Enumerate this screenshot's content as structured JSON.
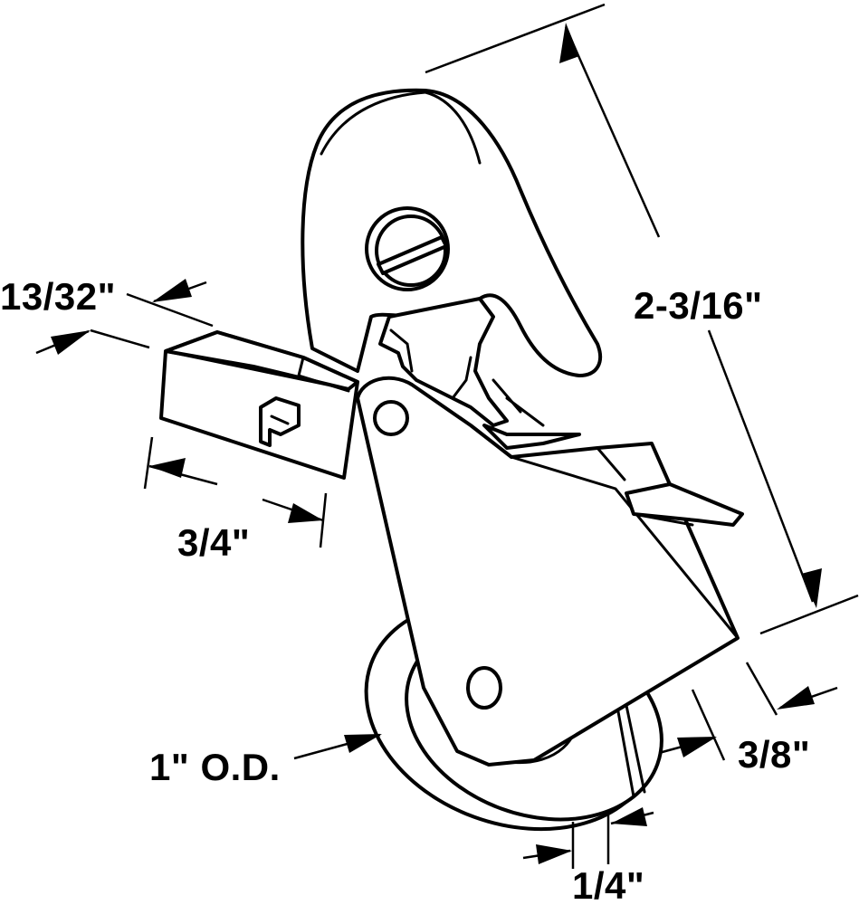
{
  "dimensions": {
    "thickness_13_32": "13/32\"",
    "width_3_4": "3/4\"",
    "height_2_3_16": "2-3/16\"",
    "depth_3_8": "3/8\"",
    "wheel_od": "1\" O.D.",
    "wheel_width": "1/4\""
  }
}
